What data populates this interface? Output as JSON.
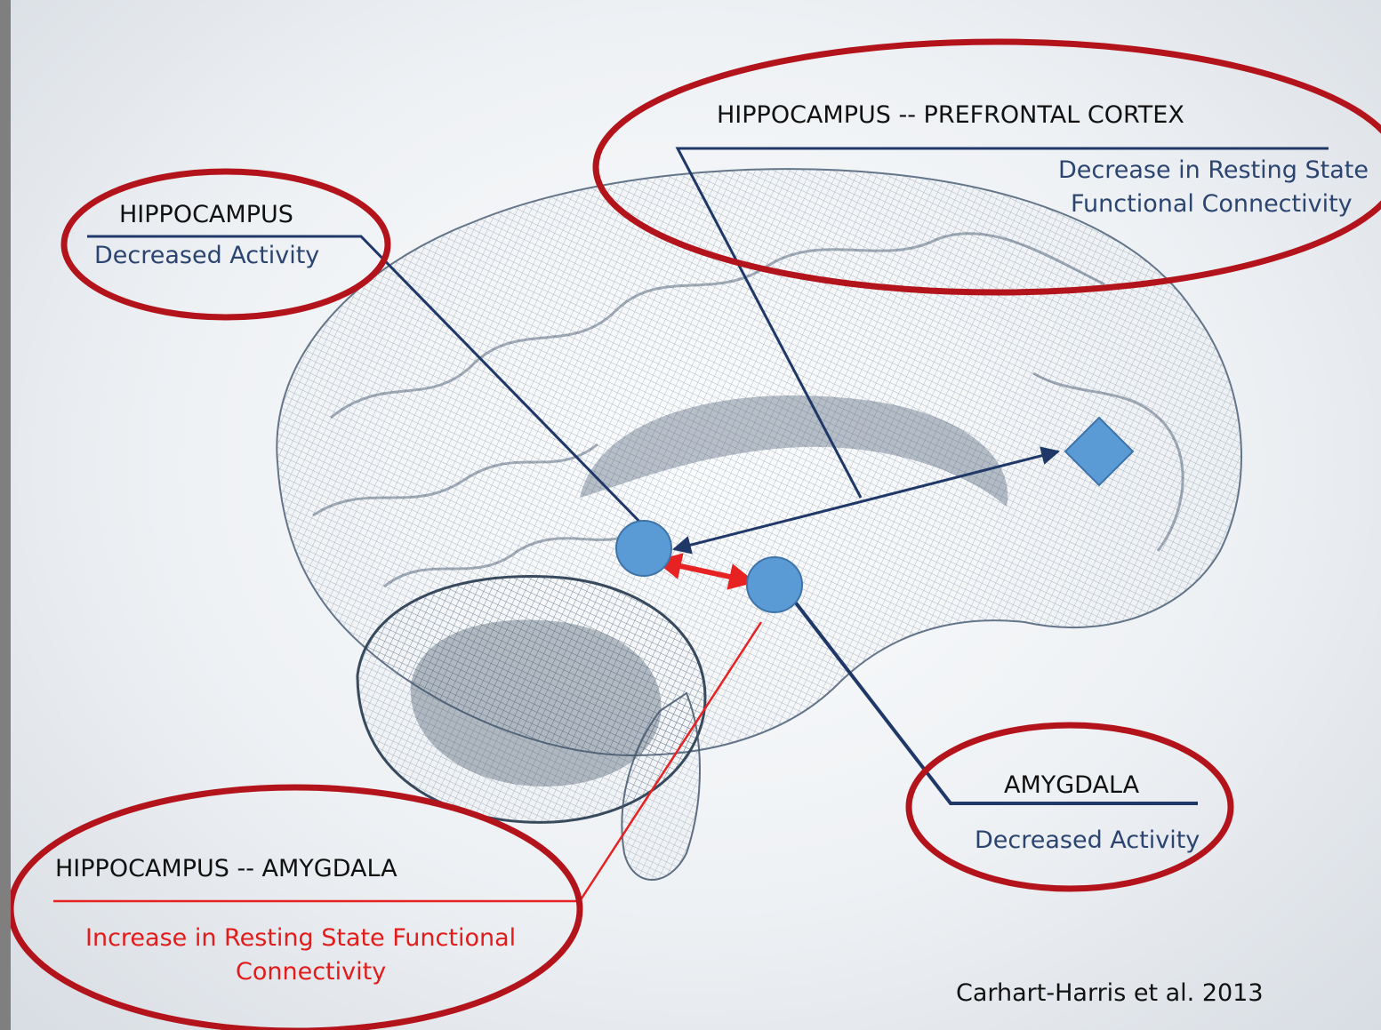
{
  "labels": {
    "hippocampus": {
      "title": "HIPPOCAMPUS",
      "desc": "Decreased Activity"
    },
    "hpc_pfc": {
      "title": "HIPPOCAMPUS -- PREFRONTAL CORTEX",
      "desc_line1": "Decrease in Resting State",
      "desc_line2": "Functional Connectivity"
    },
    "amygdala": {
      "title": "AMYGDALA",
      "desc": "Decreased Activity"
    },
    "hpc_amy": {
      "title": "HIPPOCAMPUS -- AMYGDALA",
      "desc_line1": "Increase in Resting State Functional",
      "desc_line2": "Connectivity"
    }
  },
  "citation": "Carhart-Harris et al. 2013",
  "colors": {
    "ellipse": "#b3141b",
    "leader_blue": "#1f3868",
    "arrow_red": "#e62222",
    "node_fill": "#5b9bd5",
    "node_stroke": "#3e73a8",
    "brain_mesh": "#3a4e66"
  }
}
